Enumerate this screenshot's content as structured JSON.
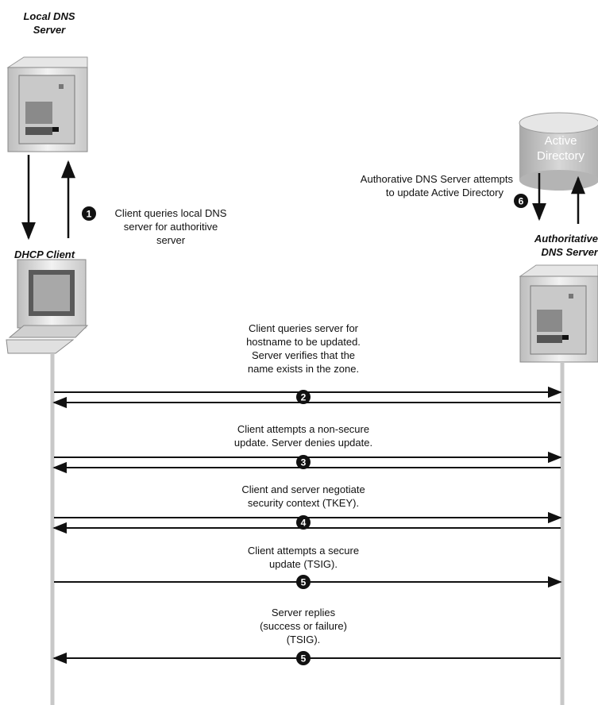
{
  "entities": {
    "local_dns": {
      "line1": "Local DNS",
      "line2": "Server"
    },
    "dhcp_client": "DHCP Client",
    "active_directory": {
      "line1": "Active",
      "line2": "Directory"
    },
    "auth_dns": {
      "line1": "Authoritative",
      "line2": "DNS Server"
    }
  },
  "steps": [
    {
      "badge": "1",
      "lines": [
        "Client queries local DNS",
        "server for authoritive",
        "server"
      ]
    },
    {
      "badge": "2",
      "lines": [
        "Client queries server for",
        "hostname to be updated.",
        "Server verifies that the",
        "name exists in the zone."
      ]
    },
    {
      "badge": "3",
      "lines": [
        "Client attempts a non-secure",
        "update. Server denies update."
      ]
    },
    {
      "badge": "4",
      "lines": [
        "Client and server negotiate",
        "security context (TKEY)."
      ]
    },
    {
      "badge": "5",
      "lines": [
        "Client attempts a secure",
        "update (TSIG)."
      ]
    },
    {
      "badge": "5",
      "lines": [
        "Server replies",
        "(success or failure)",
        "(TSIG)."
      ]
    },
    {
      "badge": "6",
      "lines": [
        "Authorative DNS Server attempts",
        "to update Active Directory"
      ]
    }
  ]
}
